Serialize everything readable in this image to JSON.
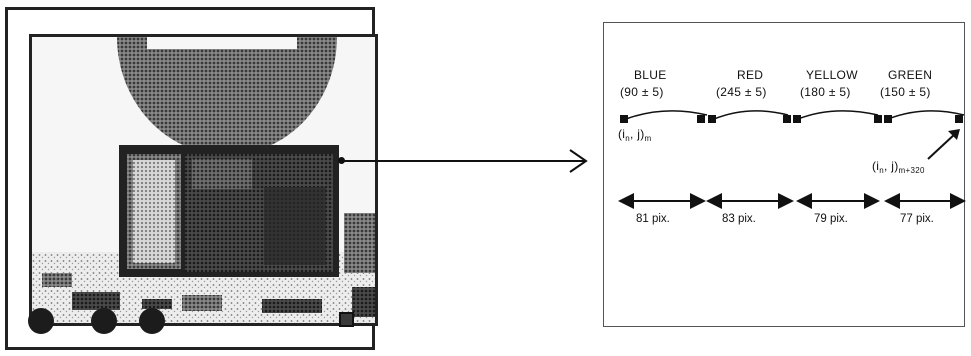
{
  "monitor": {
    "knob_count": 3
  },
  "panel": {
    "colors": [
      {
        "name": "BLUE",
        "range": "(90 ± 5)",
        "pixels": "81 pix."
      },
      {
        "name": "RED",
        "range": "(245 ± 5)",
        "pixels": "83 pix."
      },
      {
        "name": "YELLOW",
        "range": "(180 ± 5)",
        "pixels": "79 pix."
      },
      {
        "name": "GREEN",
        "range": "(150 ± 5)",
        "pixels": "77 pix."
      }
    ],
    "start_label": {
      "base": "(i",
      "n": "n",
      "mid": ", j)",
      "m": "m"
    },
    "end_label": {
      "base": "(i",
      "n": "n",
      "mid": ", j)",
      "m": "m+320"
    }
  },
  "palette": {
    "ink": "#111111",
    "halftone_dark": "#2e2e2e",
    "halftone_light": "#bdbdbd"
  }
}
